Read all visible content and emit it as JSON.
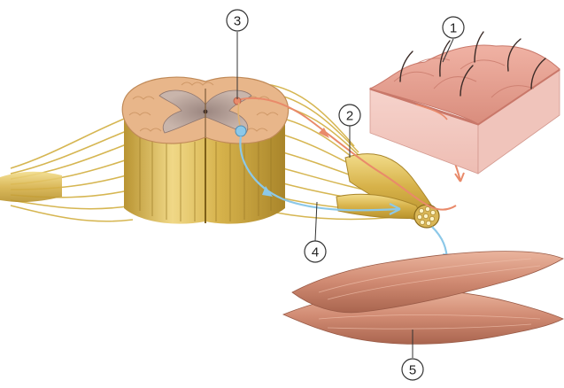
{
  "callouts": [
    {
      "number": "1",
      "target": "skin-receptor"
    },
    {
      "number": "2",
      "target": "sensory-neuron"
    },
    {
      "number": "3",
      "target": "interneuron"
    },
    {
      "number": "4",
      "target": "motor-neuron"
    },
    {
      "number": "5",
      "target": "effector-muscle"
    }
  ],
  "colors": {
    "nerve": "#e2c35e",
    "nerve_dark": "#b8962e",
    "gray_matter": "#bfa9a0",
    "white_matter": "#e8b68a",
    "skin": "#e9a596",
    "skin_dermis": "#f3c7c0",
    "muscle": "#d99a82",
    "sensory_path": "#e98a6a",
    "motor_path": "#8cc8e8"
  }
}
